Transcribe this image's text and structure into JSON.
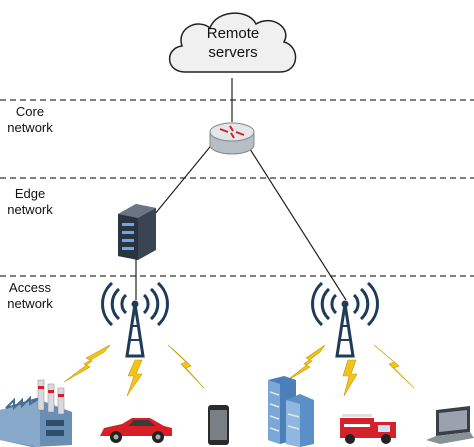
{
  "cloud": {
    "line1": "Remote",
    "line2": "servers"
  },
  "layers": {
    "core": {
      "line1": "Core",
      "line2": "network"
    },
    "edge": {
      "line1": "Edge",
      "line2": "network"
    },
    "access": {
      "line1": "Access",
      "line2": "network"
    }
  },
  "colors": {
    "divider": "#555555",
    "tower": "#1f3b5a",
    "lightning": "#f3c21b",
    "router": "#cfd3d8",
    "server": "#2a3340",
    "car": "#d81f26",
    "truck": "#d6202a",
    "building": "#5b8fc7"
  },
  "icons": [
    "cloud-icon",
    "router-icon",
    "server-icon",
    "antenna-tower-icon",
    "lightning-icon",
    "factory-icon",
    "car-icon",
    "smartphone-icon",
    "office-building-icon",
    "fire-truck-icon",
    "laptop-icon"
  ]
}
